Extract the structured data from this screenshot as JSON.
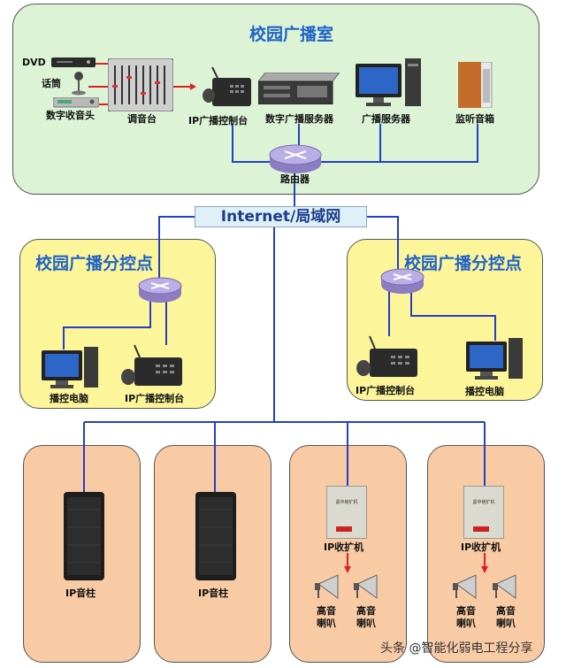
{
  "main_room": {
    "title": "校园广播室",
    "dvd": "DVD",
    "mic": "话筒",
    "tuner": "数字收音头",
    "mixer": "调音台",
    "ip_console": "IP广播控制台",
    "digital_server": "数字广播服务器",
    "server": "广播服务器",
    "monitor_speaker": "监听音箱",
    "router": "路由器"
  },
  "network": {
    "label": "Internet/局域网"
  },
  "sub_left": {
    "title": "校园广播分控点",
    "pc": "播控电脑",
    "console": "IP广播控制台"
  },
  "sub_right": {
    "title": "校园广播分控点",
    "console": "IP广播控制台",
    "pc": "播控电脑"
  },
  "terminals": {
    "column_1": "IP音柱",
    "column_2": "IP音柱",
    "amp_1": "IP收扩机",
    "amp_2": "IP收扩机",
    "amp_face": "紧中继扩机",
    "horn": "高音\n喇叭"
  },
  "watermark": "头条 @智能化弱电工程分享",
  "colors": {
    "wire": "#2440c8",
    "signal": "#e02020",
    "title": "#1f63c6"
  }
}
